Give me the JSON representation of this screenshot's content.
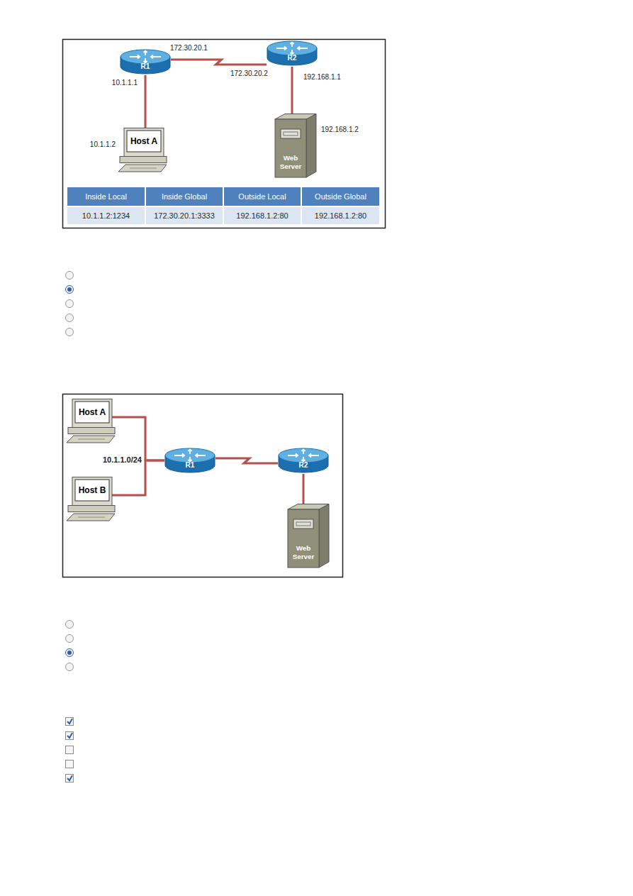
{
  "diagram": {
    "nodes": [
      {
        "text": [
          "R1"
        ]
      },
      {
        "text": [
          "R2"
        ]
      },
      {
        "text": [
          "Host A"
        ]
      },
      {
        "text": [
          "Web Server"
        ]
      },
      {
        "text": [
          "Host A"
        ]
      },
      {
        "text": [
          "R1"
        ]
      },
      {
        "text": [
          "R2"
        ]
      },
      {
        "text": [
          "Host B"
        ]
      },
      {
        "text": [
          "Web Server"
        ]
      }
    ],
    "edges": [
      {
        "from": 0,
        "to": 2,
        "arrow": "none"
      },
      {
        "from": 0,
        "to": 1,
        "arrow": "none"
      },
      {
        "from": 1,
        "to": 3,
        "arrow": "none"
      },
      {
        "from": 4,
        "to": 5,
        "arrow": "none"
      },
      {
        "from": 7,
        "to": 5,
        "arrow": "none"
      },
      {
        "from": 5,
        "to": 6,
        "arrow": "none"
      },
      {
        "from": 6,
        "to": 8,
        "arrow": "none"
      }
    ],
    "labels": [
      "172.30.20.1",
      "172.30.20.2",
      "192.168.1.1",
      "10.1.1.1",
      "10.1.1.2",
      "192.168.1.2",
      "Inside Local",
      "Inside Global",
      "Outside Local",
      "Outside Global",
      "10.1.1.2:1234",
      "172.30.20.1:3333",
      "192.168.1.2:80",
      "192.168.1.2:80",
      "10.1.1.0/24"
    ]
  }
}
